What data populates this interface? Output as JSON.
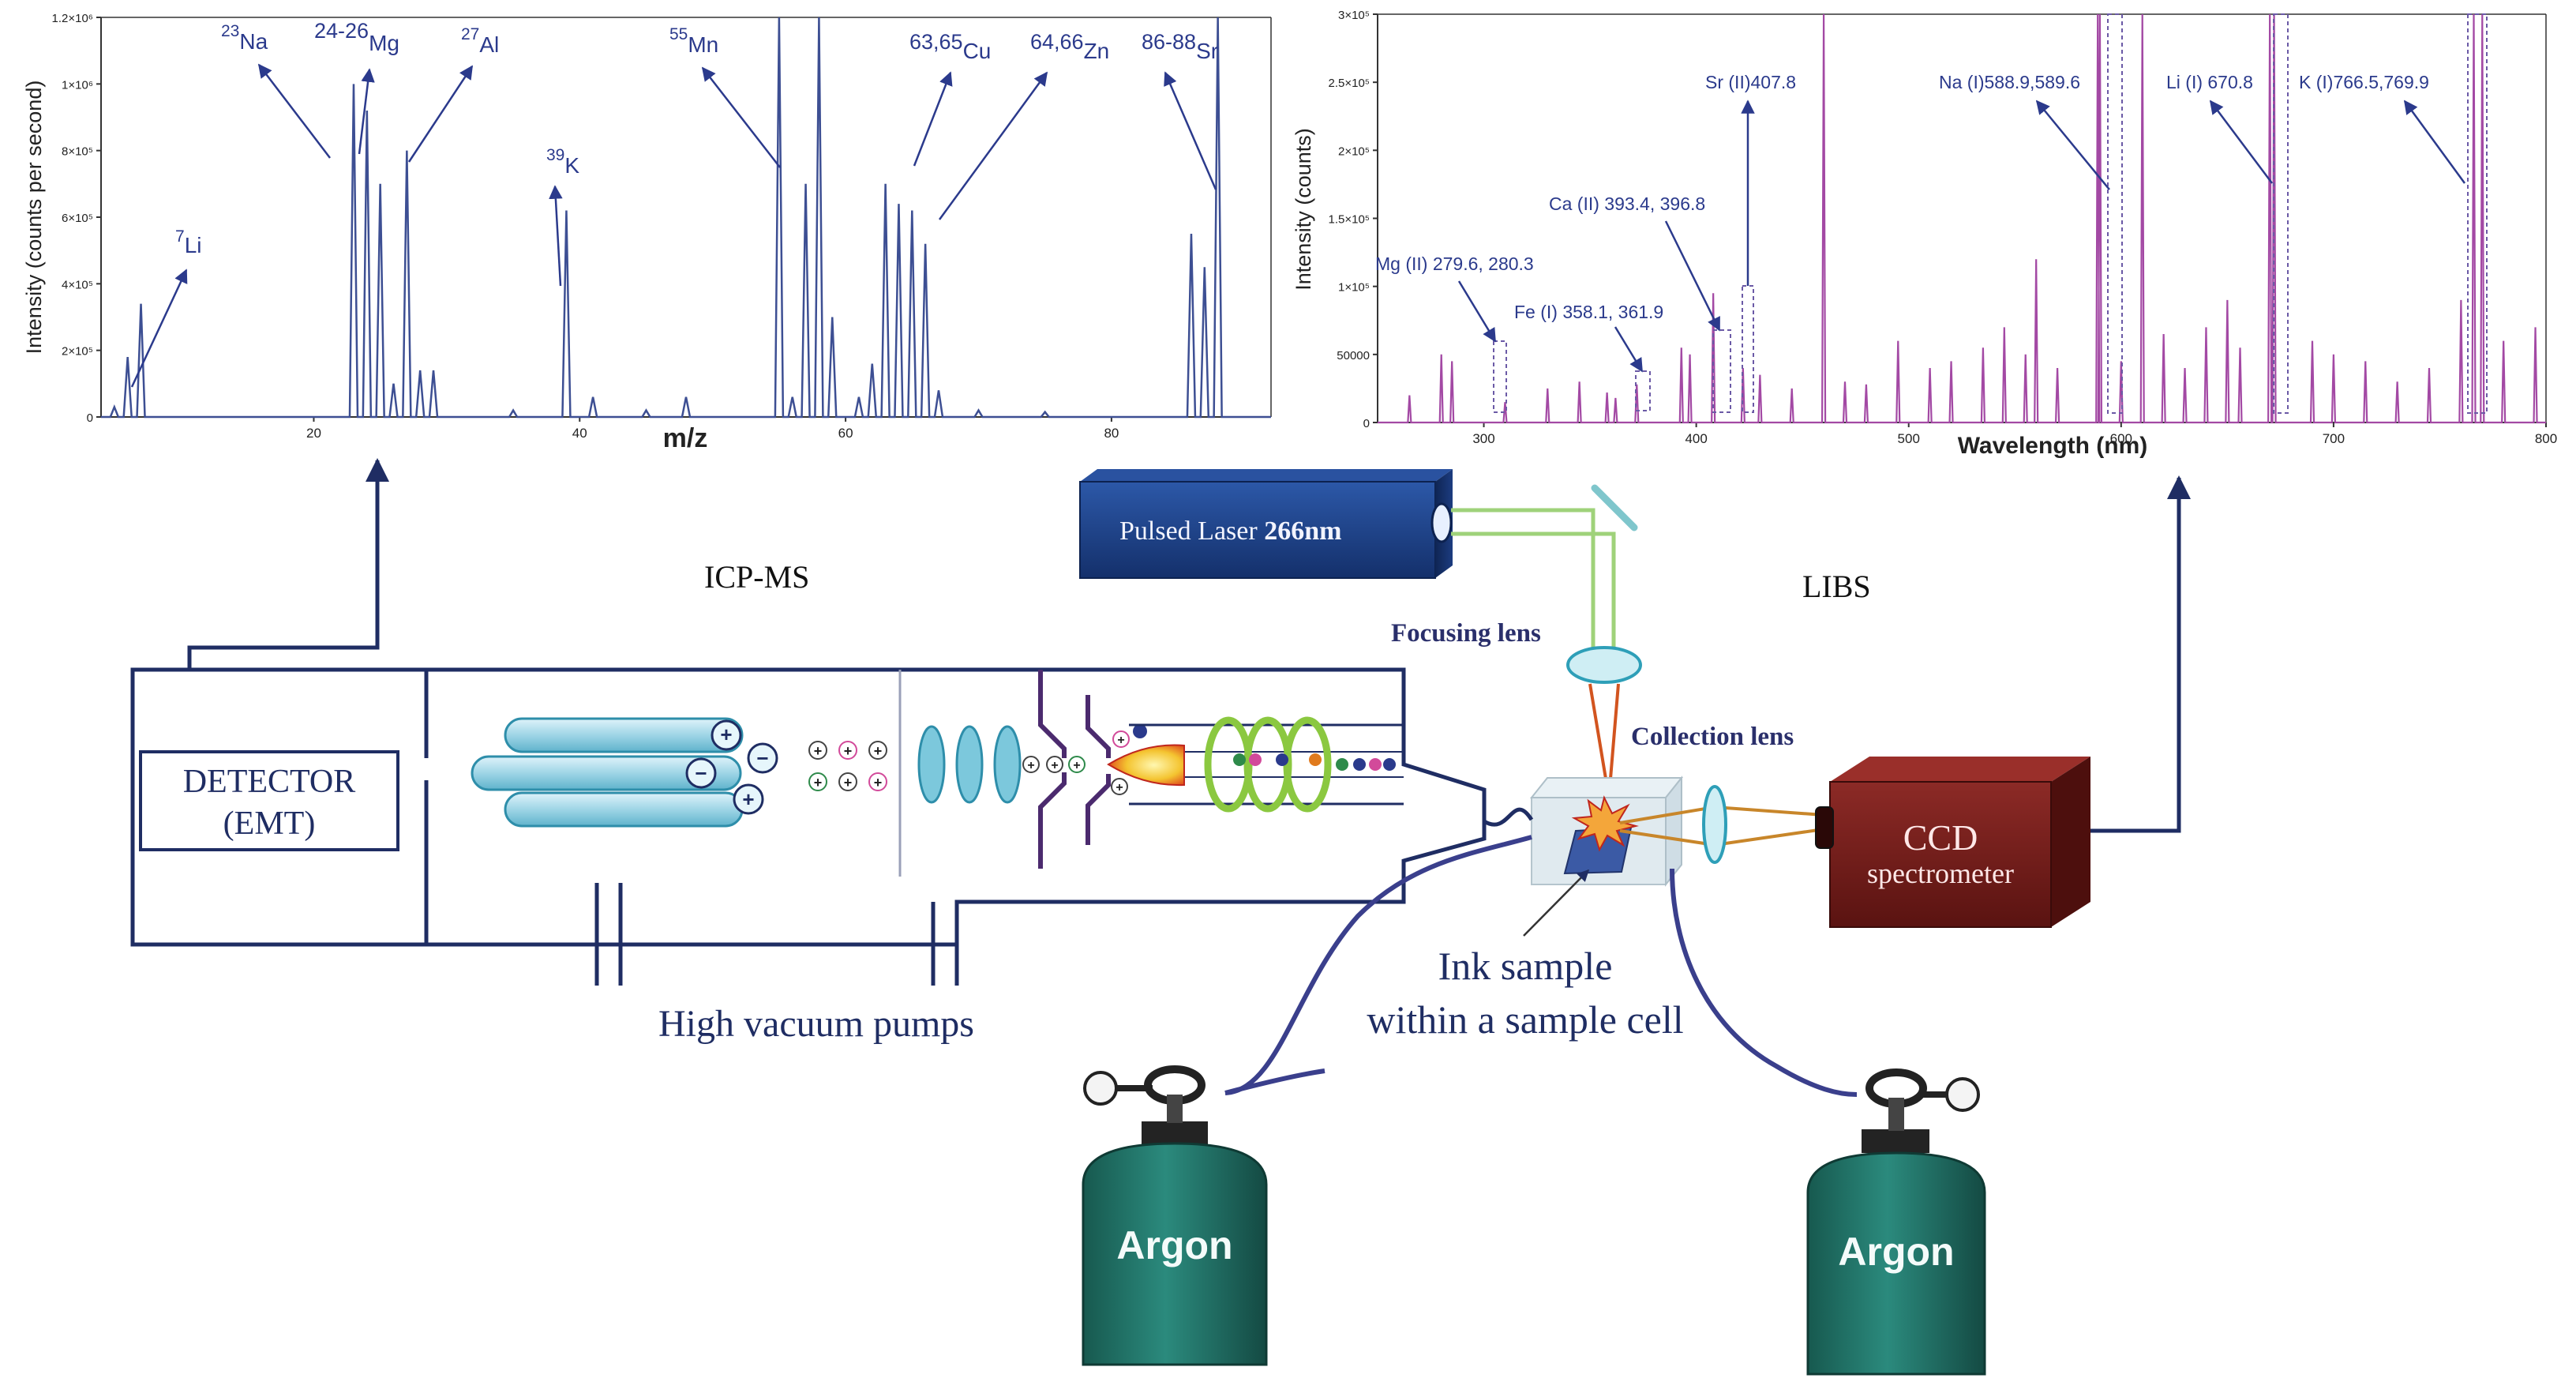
{
  "colors": {
    "ms_line": "#3d4f93",
    "libs_line": "#a349a4",
    "navy": "#1f2d63",
    "teal": "#2e9fb8",
    "argon": "#1d6b63",
    "ccd": "#7a1f1f",
    "laser": "#1a3f86",
    "beam_green": "#9fd27a",
    "beam_red": "#d2541f"
  },
  "chart_data": [
    {
      "type": "line",
      "name": "icp-ms-spectrum",
      "xlabel": "m/z",
      "ylabel": "Intensity (counts per second)",
      "xlim": [
        4,
        92
      ],
      "ylim": [
        0,
        1200000
      ],
      "x_ticks": [
        "20",
        "40",
        "60",
        "80"
      ],
      "x_tick_values": [
        20,
        40,
        60,
        80
      ],
      "y_ticks": [
        "0",
        "2×10⁵",
        "4×10⁵",
        "6×10⁵",
        "8×10⁵",
        "1×10⁶",
        "1.2×10⁶"
      ],
      "y_tick_values": [
        0,
        200000,
        400000,
        600000,
        800000,
        1000000,
        1200000
      ],
      "peaks": [
        {
          "x": 5,
          "y": 30000
        },
        {
          "x": 6,
          "y": 180000
        },
        {
          "x": 7,
          "y": 340000
        },
        {
          "x": 23,
          "y": 1000000
        },
        {
          "x": 24,
          "y": 920000
        },
        {
          "x": 25,
          "y": 700000
        },
        {
          "x": 26,
          "y": 100000
        },
        {
          "x": 27,
          "y": 800000
        },
        {
          "x": 28,
          "y": 140000
        },
        {
          "x": 29,
          "y": 140000
        },
        {
          "x": 35,
          "y": 20000
        },
        {
          "x": 39,
          "y": 620000
        },
        {
          "x": 41,
          "y": 60000
        },
        {
          "x": 45,
          "y": 20000
        },
        {
          "x": 48,
          "y": 60000
        },
        {
          "x": 55,
          "y": 1200000
        },
        {
          "x": 56,
          "y": 60000
        },
        {
          "x": 57,
          "y": 700000
        },
        {
          "x": 58,
          "y": 1200000
        },
        {
          "x": 59,
          "y": 300000
        },
        {
          "x": 61,
          "y": 60000
        },
        {
          "x": 62,
          "y": 160000
        },
        {
          "x": 63,
          "y": 700000
        },
        {
          "x": 64,
          "y": 640000
        },
        {
          "x": 65,
          "y": 620000
        },
        {
          "x": 66,
          "y": 520000
        },
        {
          "x": 67,
          "y": 80000
        },
        {
          "x": 70,
          "y": 20000
        },
        {
          "x": 75,
          "y": 15000
        },
        {
          "x": 86,
          "y": 550000
        },
        {
          "x": 87,
          "y": 450000
        },
        {
          "x": 88,
          "y": 1200000
        }
      ],
      "annotations": [
        {
          "mass": "7",
          "element": "Li"
        },
        {
          "mass": "23",
          "element": "Na"
        },
        {
          "mass": "24-26",
          "element": "Mg"
        },
        {
          "mass": "27",
          "element": "Al"
        },
        {
          "mass": "39",
          "element": "K"
        },
        {
          "mass": "55",
          "element": "Mn"
        },
        {
          "mass": "63,65",
          "element": "Cu"
        },
        {
          "mass": "64,66",
          "element": "Zn"
        },
        {
          "mass": "86-88",
          "element": "Sr"
        }
      ]
    },
    {
      "type": "line",
      "name": "libs-spectrum",
      "xlabel": "Wavelength (nm)",
      "ylabel": "Intensity (counts)",
      "xlim": [
        250,
        800
      ],
      "ylim": [
        0,
        300000
      ],
      "x_ticks": [
        "300",
        "400",
        "500",
        "600",
        "700",
        "800"
      ],
      "x_tick_values": [
        300,
        400,
        500,
        600,
        700,
        800
      ],
      "y_ticks": [
        "0",
        "50000",
        "1×10⁵",
        "1.5×10⁵",
        "2×10⁵",
        "2.5×10⁵",
        "3×10⁵"
      ],
      "y_tick_values": [
        0,
        50000,
        100000,
        150000,
        200000,
        250000,
        300000
      ],
      "peaks": [
        {
          "x": 265,
          "y": 20000
        },
        {
          "x": 280,
          "y": 50000
        },
        {
          "x": 285,
          "y": 45000
        },
        {
          "x": 310,
          "y": 15000
        },
        {
          "x": 330,
          "y": 25000
        },
        {
          "x": 345,
          "y": 30000
        },
        {
          "x": 358,
          "y": 22000
        },
        {
          "x": 362,
          "y": 18000
        },
        {
          "x": 372,
          "y": 28000
        },
        {
          "x": 393,
          "y": 55000
        },
        {
          "x": 397,
          "y": 50000
        },
        {
          "x": 408,
          "y": 95000
        },
        {
          "x": 422,
          "y": 40000
        },
        {
          "x": 430,
          "y": 35000
        },
        {
          "x": 445,
          "y": 25000
        },
        {
          "x": 460,
          "y": 300000
        },
        {
          "x": 470,
          "y": 30000
        },
        {
          "x": 480,
          "y": 28000
        },
        {
          "x": 495,
          "y": 60000
        },
        {
          "x": 510,
          "y": 40000
        },
        {
          "x": 520,
          "y": 45000
        },
        {
          "x": 535,
          "y": 55000
        },
        {
          "x": 545,
          "y": 70000
        },
        {
          "x": 555,
          "y": 50000
        },
        {
          "x": 560,
          "y": 120000
        },
        {
          "x": 570,
          "y": 40000
        },
        {
          "x": 589,
          "y": 300000
        },
        {
          "x": 590,
          "y": 300000
        },
        {
          "x": 600,
          "y": 45000
        },
        {
          "x": 610,
          "y": 300000
        },
        {
          "x": 620,
          "y": 65000
        },
        {
          "x": 630,
          "y": 40000
        },
        {
          "x": 640,
          "y": 70000
        },
        {
          "x": 650,
          "y": 90000
        },
        {
          "x": 656,
          "y": 55000
        },
        {
          "x": 670,
          "y": 300000
        },
        {
          "x": 672,
          "y": 300000
        },
        {
          "x": 690,
          "y": 60000
        },
        {
          "x": 700,
          "y": 50000
        },
        {
          "x": 715,
          "y": 45000
        },
        {
          "x": 730,
          "y": 30000
        },
        {
          "x": 745,
          "y": 40000
        },
        {
          "x": 760,
          "y": 90000
        },
        {
          "x": 766,
          "y": 300000
        },
        {
          "x": 770,
          "y": 300000
        },
        {
          "x": 780,
          "y": 60000
        },
        {
          "x": 795,
          "y": 70000
        }
      ],
      "annotations": [
        "Mg (II) 279.6, 280.3",
        "Fe (I) 358.1, 361.9",
        "Ca (II) 393.4, 396.8",
        "Sr (II)407.8",
        "Na (I)588.9,589.6",
        "Li (I) 670.8",
        "K (I)766.5,769.9"
      ]
    }
  ],
  "labels": {
    "icp_ms": "ICP-MS",
    "libs": "LIBS",
    "laser_text": "Pulsed Laser ",
    "laser_bold": "266nm",
    "focusing_lens": "Focusing lens",
    "collection_lens": "Collection lens",
    "detector_line1": "DETECTOR",
    "detector_line2": "(EMT)",
    "pumps": "High vacuum pumps",
    "ink_line1": "Ink sample",
    "ink_line2": "within a sample cell",
    "ccd_line1": "CCD",
    "ccd_line2": "spectrometer",
    "argon_left": "Argon",
    "argon_right": "Argon"
  }
}
